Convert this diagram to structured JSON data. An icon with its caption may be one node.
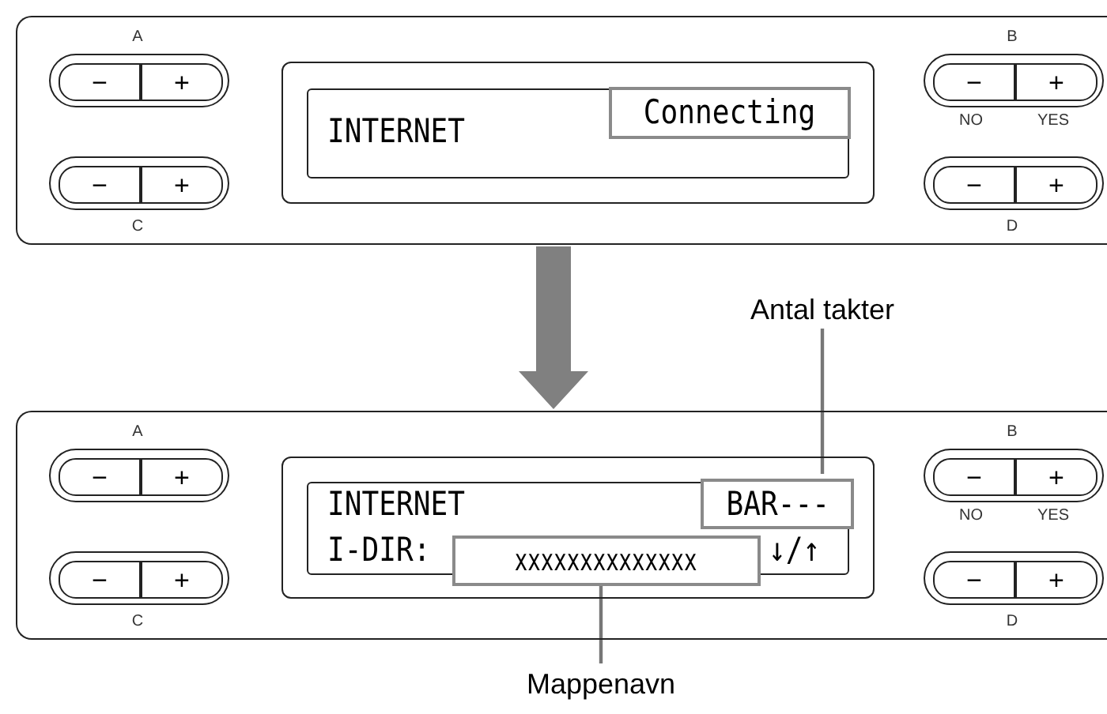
{
  "diagram": {
    "nodes": [
      {
        "text": [],
        "shape": "box"
      },
      {
        "text": [],
        "shape": "box",
        "in": 0,
        "beside": [
          "A"
        ]
      },
      {
        "text": [
          "−"
        ],
        "in": 1
      },
      {
        "text": [
          "+"
        ],
        "in": 1
      },
      {
        "text": [],
        "shape": "box",
        "in": 0,
        "beside": [
          "C"
        ]
      },
      {
        "text": [
          "−"
        ],
        "in": 4
      },
      {
        "text": [
          "+"
        ],
        "in": 4
      },
      {
        "text": [],
        "shape": "box",
        "in": 0
      },
      {
        "text": [
          "INTERNET"
        ],
        "in": 7
      },
      {
        "text": [
          "Connecting"
        ],
        "in": 8
      },
      {
        "text": [],
        "shape": "box",
        "in": 0,
        "beside": [
          "B"
        ]
      },
      {
        "text": [
          "−"
        ],
        "in": 10,
        "beside": [
          "NO"
        ]
      },
      {
        "text": [
          "+"
        ],
        "in": 10,
        "beside": [
          "YES"
        ]
      },
      {
        "text": [],
        "shape": "box",
        "in": 0,
        "beside": [
          "D"
        ]
      },
      {
        "text": [
          "−"
        ],
        "in": 13
      },
      {
        "text": [
          "+"
        ],
        "in": 13
      },
      {
        "text": [],
        "shape": "box"
      },
      {
        "text": [],
        "shape": "box",
        "in": 16,
        "beside": [
          "A"
        ]
      },
      {
        "text": [
          "−"
        ],
        "in": 17
      },
      {
        "text": [
          "+"
        ],
        "in": 17
      },
      {
        "text": [],
        "shape": "box",
        "in": 16,
        "beside": [
          "C"
        ]
      },
      {
        "text": [
          "−"
        ],
        "in": 20
      },
      {
        "text": [
          "+"
        ],
        "in": 20
      },
      {
        "text": [],
        "shape": "box",
        "in": 16
      },
      {
        "text": [
          "INTERNET",
          "I-DIR:",
          "↓/↑"
        ],
        "in": 23
      },
      {
        "text": [
          "BAR---"
        ],
        "in": 24
      },
      {
        "text": [
          "xxxxxxxxxxxxxx"
        ],
        "in": 24
      },
      {
        "text": [],
        "shape": "box",
        "in": 16,
        "beside": [
          "B"
        ]
      },
      {
        "text": [
          "−"
        ],
        "in": 27,
        "beside": [
          "NO"
        ]
      },
      {
        "text": [
          "+"
        ],
        "in": 27,
        "beside": [
          "YES"
        ]
      },
      {
        "text": [],
        "shape": "box",
        "in": 16,
        "beside": [
          "D"
        ]
      },
      {
        "text": [
          "−"
        ],
        "in": 30
      },
      {
        "text": [
          "+"
        ],
        "in": 30
      },
      {
        "text": [
          "Antal takter"
        ]
      },
      {
        "text": [
          "Mappenavn"
        ]
      }
    ],
    "edges": [
      {
        "from": 0,
        "to": 16,
        "arrow": "to",
        "style": "thick",
        "color": "#808080"
      },
      {
        "from": 33,
        "to": 25,
        "arrow": "none"
      },
      {
        "from": 34,
        "to": 26,
        "arrow": "none"
      }
    ]
  }
}
